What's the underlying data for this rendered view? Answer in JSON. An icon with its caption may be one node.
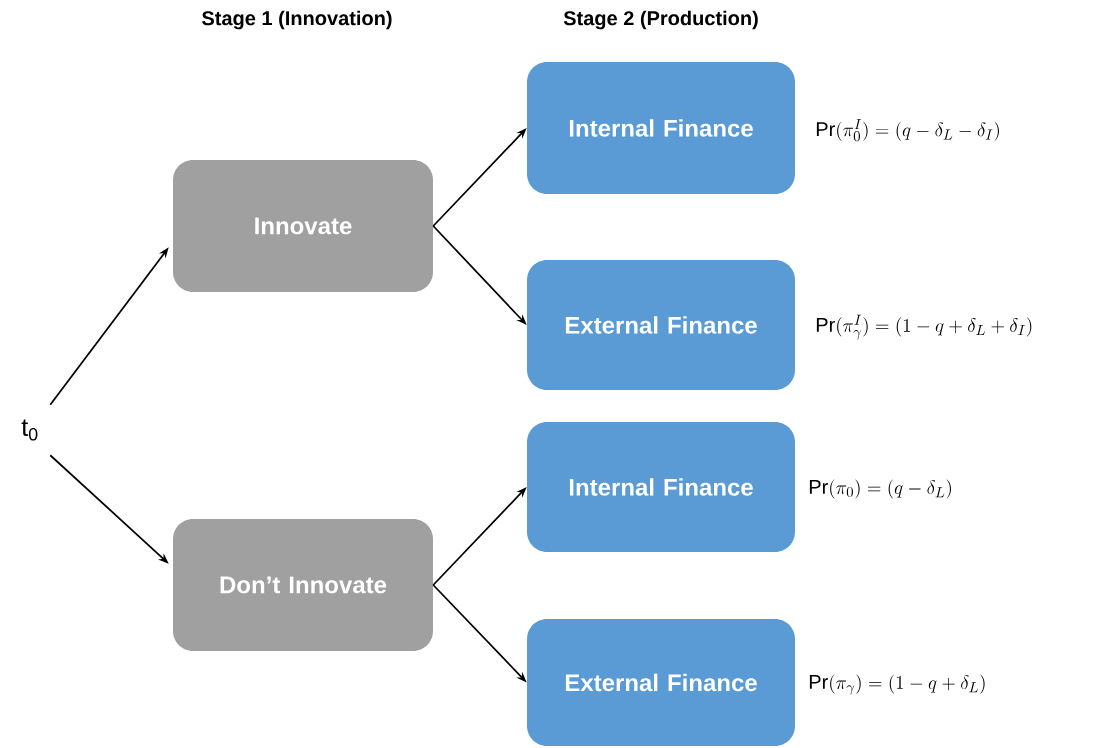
{
  "diagram": {
    "nodes": [
      {
        "text": [
          "t$_{0}$"
        ]
      },
      {
        "text": [
          "Innovate"
        ]
      },
      {
        "text": [
          "Don’t Innovate"
        ]
      },
      {
        "text": [
          "Internal Finance"
        ],
        "beside": [
          "\\Pr(\\pi_0^I) = (q - \\delta_L - \\delta_I)"
        ]
      },
      {
        "text": [
          "External Finance"
        ],
        "beside": [
          "\\Pr(\\pi_\\gamma^I) = (1 - q + \\delta_L + \\delta_I)"
        ]
      },
      {
        "text": [
          "Internal Finance"
        ],
        "beside": [
          "\\Pr(\\pi_0) = (q - \\delta_L)"
        ]
      },
      {
        "text": [
          "External Finance"
        ],
        "beside": [
          "\\Pr(\\pi_\\gamma) = (1 - q + \\delta_L)"
        ]
      }
    ],
    "edges": [
      {
        "from": 0,
        "to": 1,
        "arrow": "to"
      },
      {
        "from": 0,
        "to": 2,
        "arrow": "to"
      },
      {
        "from": 1,
        "to": 3,
        "arrow": "to"
      },
      {
        "from": 1,
        "to": 4,
        "arrow": "to"
      },
      {
        "from": 2,
        "to": 5,
        "arrow": "to"
      },
      {
        "from": 2,
        "to": 6,
        "arrow": "to"
      }
    ],
    "labels": [
      "Stage 1 (Innovation)",
      "Stage 2 (Production)"
    ]
  }
}
